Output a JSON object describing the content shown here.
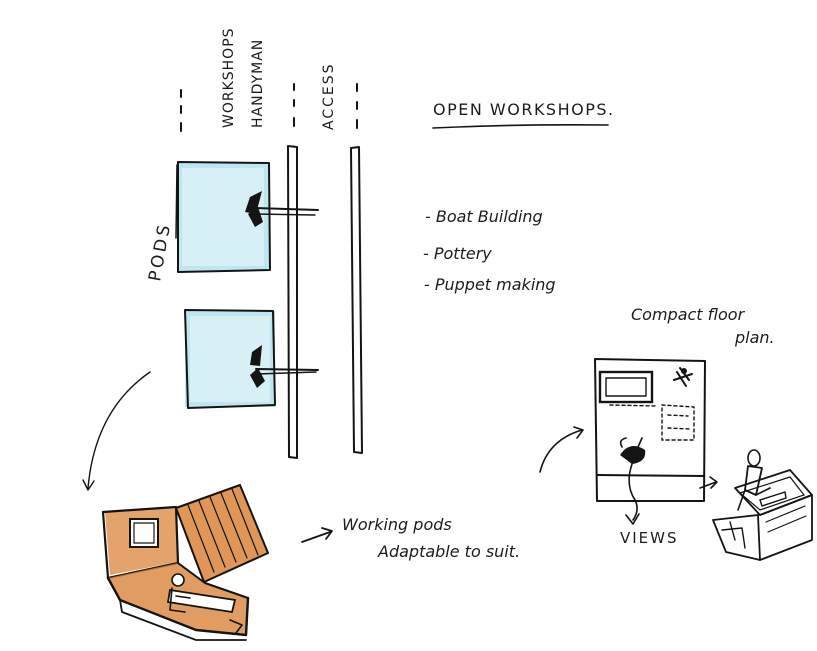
{
  "column_headers": {
    "workshops_handyman": [
      "WORKSHOPS",
      "HANDYMAN"
    ],
    "access": "ACCESS"
  },
  "labels": {
    "pods": "PODS",
    "title": "OPEN WORKSHOPS.",
    "workshop_list": [
      "- Boat Building",
      "- Pottery",
      "- Puppet making"
    ],
    "compact_floor_plan": [
      "Compact floor",
      "plan."
    ],
    "working_pods": [
      "Working pods",
      "Adaptable to suit."
    ],
    "views": "VIEWS"
  },
  "colors": {
    "ink": "#141414",
    "pod_fill": "#bfe6f0",
    "pod_edge": "#3fb3cf",
    "wood": "#d9843a",
    "wood_dark": "#a9561c"
  }
}
